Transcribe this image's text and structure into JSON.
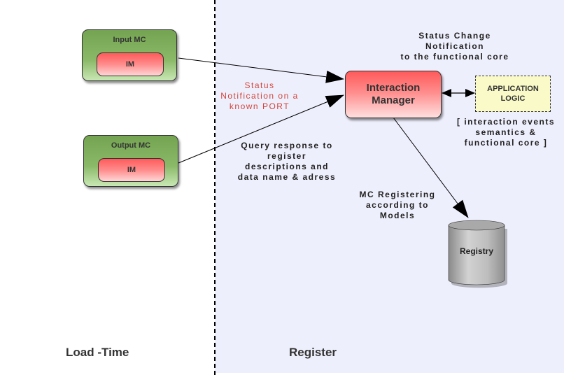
{
  "regions": {
    "left_label": "Load -Time",
    "right_label": "Register"
  },
  "nodes": {
    "input_mc": {
      "title": "Input MC",
      "inner": "IM"
    },
    "output_mc": {
      "title": "Output MC",
      "inner": "IM"
    },
    "interaction_manager": {
      "label": "Interaction\nManager"
    },
    "application_logic": {
      "label": "APPLICATION\nLOGIC"
    },
    "registry": {
      "label": "Registry"
    }
  },
  "annotations": {
    "status_change": "Status Change\nNotification\nto the functional core",
    "status_notification": "Status\nNotification on a\nknown PORT",
    "query_response": "Query response to\nregister\ndescriptions and\ndata name & adress",
    "app_logic_note": "[ interaction events\nsemantics &\nfunctional core ]",
    "mc_registering": "MC Registering\naccording to\nModels"
  },
  "colors": {
    "register_bg": "#eeeffc",
    "mc_green": "#8ab968",
    "im_red": "#ff6a6a",
    "app_logic_yellow": "#fafac8",
    "status_text_red": "#d2443b"
  }
}
